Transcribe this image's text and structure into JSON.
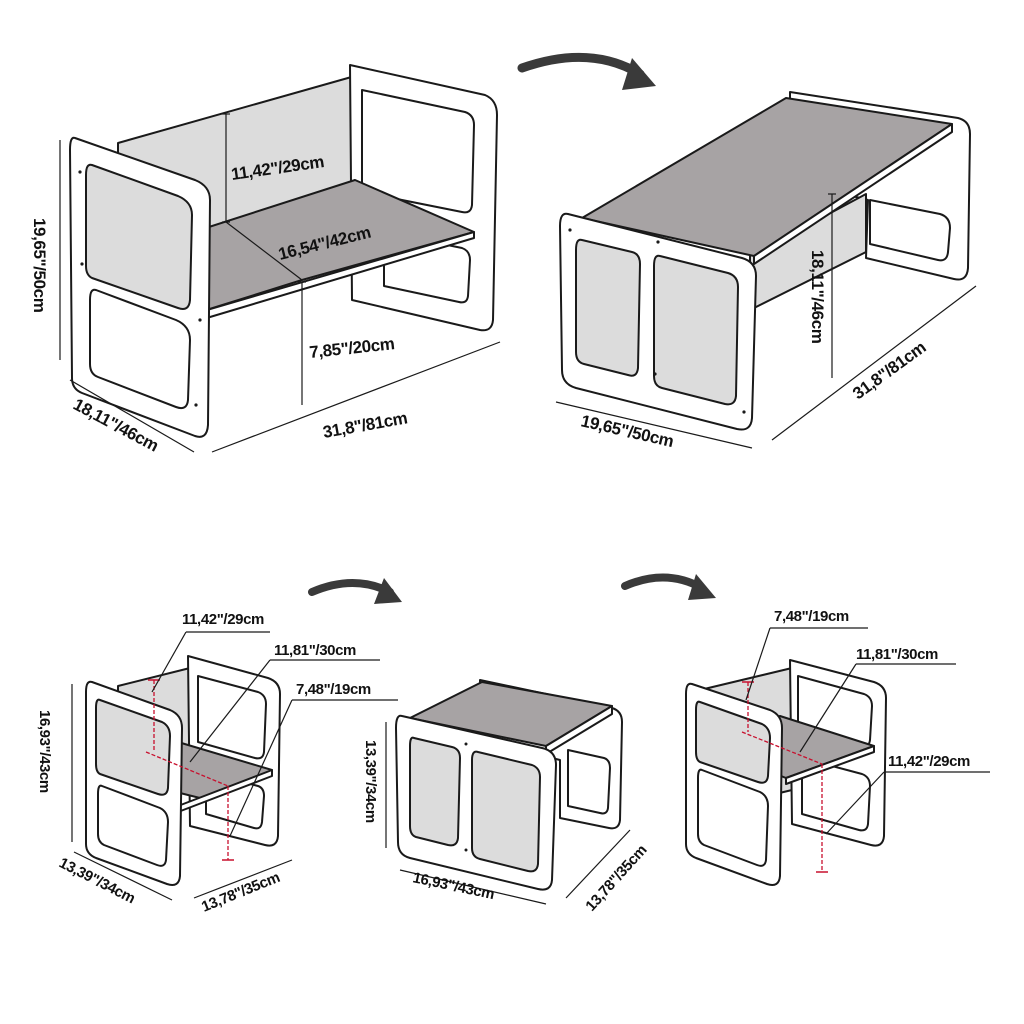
{
  "colors": {
    "outline": "#1a1a1a",
    "panel_back": "#dcdcdc",
    "seat": "#a7a3a4",
    "frame": "#ffffff",
    "red_guide": "#c8102e",
    "arrow": "#3a3a3a"
  },
  "bench": {
    "height": "19,65\"/50cm",
    "depth": "18,11\"/46cm",
    "width": "31,8\"/81cm",
    "backrest": "11,42\"/29cm",
    "seat_depth": "16,54\"/42cm",
    "seat_height": "7,85\"/20cm"
  },
  "table": {
    "width": "19,65\"/50cm",
    "length": "31,8\"/81cm",
    "height": "18,11\"/46cm"
  },
  "chair_low": {
    "backrest": "11,42\"/29cm",
    "seat_depth": "11,81\"/30cm",
    "seat_height": "7,48\"/19cm",
    "height": "16,93\"/43cm",
    "depth": "13,39\"/34cm",
    "width": "13,78\"/35cm"
  },
  "small_table": {
    "height": "13,39\"/34cm",
    "width": "16,93\"/43cm",
    "depth": "13,78\"/35cm"
  },
  "chair_high": {
    "backrest": "7,48\"/19cm",
    "seat_depth": "11,81\"/30cm",
    "seat_height": "11,42\"/29cm"
  }
}
